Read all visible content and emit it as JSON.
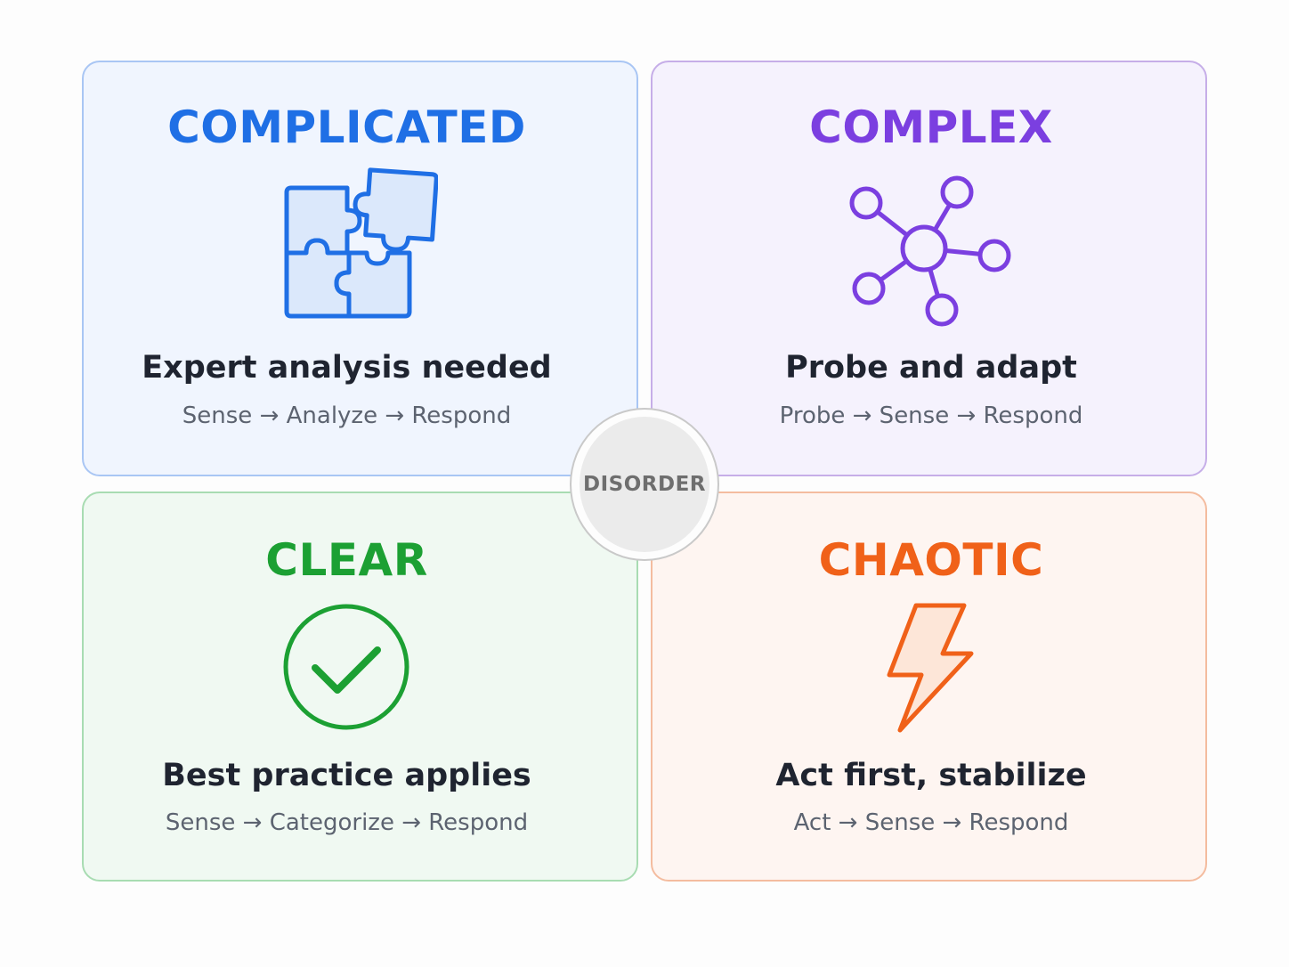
{
  "quadrants": {
    "complicated": {
      "title": "COMPLICATED",
      "headline": "Expert analysis needed",
      "process": "Sense → Analyze → Respond",
      "icon": "puzzle-icon",
      "color": "#1f6fe5"
    },
    "complex": {
      "title": "COMPLEX",
      "headline": "Probe and adapt",
      "process": "Probe → Sense → Respond",
      "icon": "network-icon",
      "color": "#7b3fe0"
    },
    "clear": {
      "title": "CLEAR",
      "headline": "Best practice applies",
      "process": "Sense → Categorize → Respond",
      "icon": "check-circle-icon",
      "color": "#1ca033"
    },
    "chaotic": {
      "title": "CHAOTIC",
      "headline": "Act first, stabilize",
      "process": "Act → Sense → Respond",
      "icon": "lightning-icon",
      "color": "#f06119"
    }
  },
  "center": {
    "label": "DISORDER",
    "color": "#6e6e6e"
  }
}
